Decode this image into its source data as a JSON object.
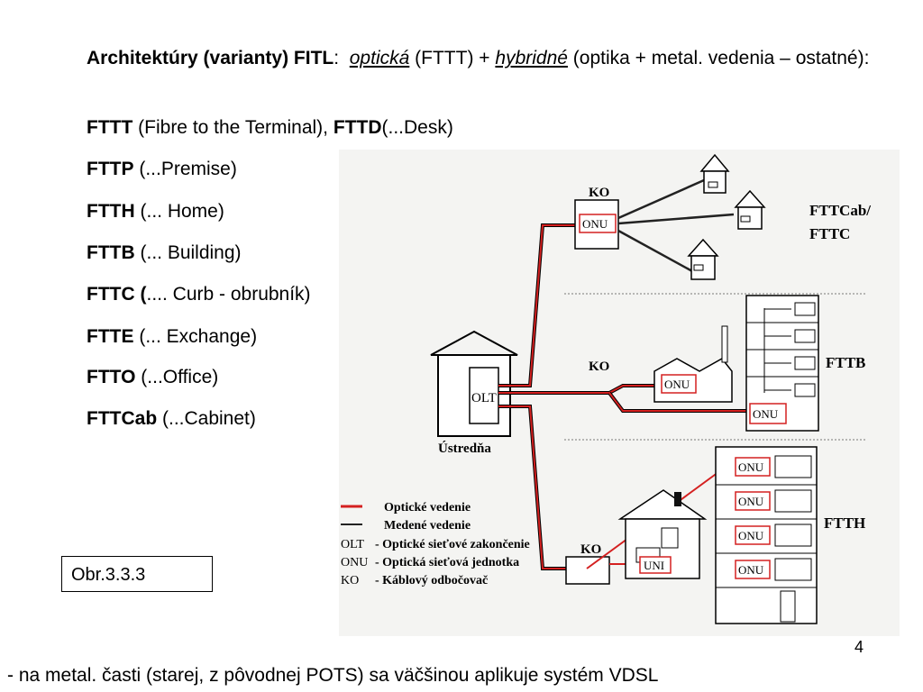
{
  "heading": {
    "bold": "Architektúry (varianty) FITL",
    "sep": ":",
    "opt1": "optická",
    "mid1": "(FTTT) +",
    "opt2": "hybridné",
    "rest": "(optika + metal. vedenia – ostatné):"
  },
  "terms": [
    {
      "abbr": "FTTT",
      "desc": " (Fibre to the Terminal), "
    },
    {
      "abbr": "FTTP",
      "desc": " (...Premise)"
    },
    {
      "abbr": "FTTH",
      "desc": " (... Home)"
    },
    {
      "abbr": "FTTB",
      "desc": " (... Building)"
    },
    {
      "abbr": "FTTC (",
      "desc": ".... Curb - obrubník)"
    },
    {
      "abbr": "FTTE",
      "desc": " (... Exchange)"
    },
    {
      "abbr": "FTTO",
      "desc": " (...Office)"
    },
    {
      "abbr": "FTTCab",
      "desc": " (...Cabinet)"
    }
  ],
  "term_extra": {
    "abbr": "FTTD",
    "desc": "(...Desk)"
  },
  "diagram": {
    "ko_label": "KO",
    "onu_label": "ONU",
    "uni_label": "UNI",
    "olt_label": "OLT",
    "central_office": "Ústredňa",
    "fttcab_line1": "FTTCab/",
    "fttcab_line2": "FTTC",
    "fttb": "FTTB",
    "ftth": "FTTH",
    "legend": [
      {
        "key": "",
        "text": "Optické vedenie"
      },
      {
        "key": "",
        "text": "Medené vedenie"
      },
      {
        "key": "OLT",
        "text": "- Optické sieťové zakončenie"
      },
      {
        "key": "ONU",
        "text": "- Optická sieťová jednotka"
      },
      {
        "key": "KO",
        "text": "- Káblový odbočovač"
      }
    ],
    "colors": {
      "fiber": "#d42020",
      "copper": "#222222"
    }
  },
  "figure_label": "Obr.3.3.3",
  "page_number": "4",
  "footnote": "- na metal. časti (starej, z pôvodnej POTS) sa väčšinou aplikuje systém VDSL"
}
